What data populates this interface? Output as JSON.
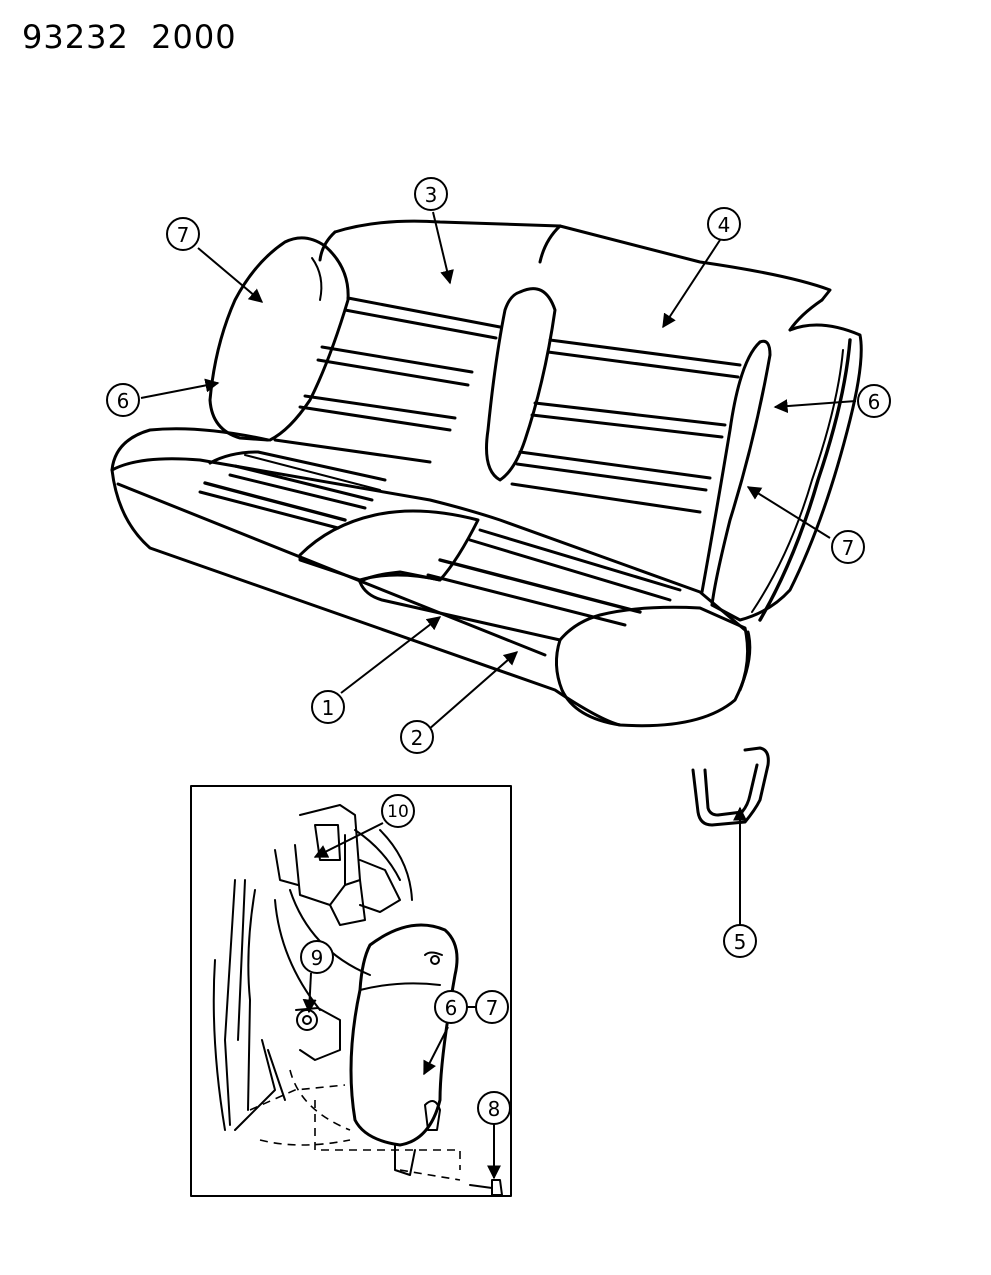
{
  "header": {
    "figure_number": "93232  2000"
  },
  "callouts": [
    {
      "id": "c1",
      "label": "1"
    },
    {
      "id": "c2",
      "label": "2"
    },
    {
      "id": "c3",
      "label": "3"
    },
    {
      "id": "c4",
      "label": "4"
    },
    {
      "id": "c5",
      "label": "5"
    },
    {
      "id": "c6a",
      "label": "6"
    },
    {
      "id": "c6b",
      "label": "6"
    },
    {
      "id": "c6c",
      "label": "6"
    },
    {
      "id": "c7a",
      "label": "7"
    },
    {
      "id": "c7b",
      "label": "7"
    },
    {
      "id": "c7c",
      "label": "7"
    },
    {
      "id": "c8",
      "label": "8"
    },
    {
      "id": "c9",
      "label": "9"
    },
    {
      "id": "c10",
      "label": "10"
    }
  ]
}
